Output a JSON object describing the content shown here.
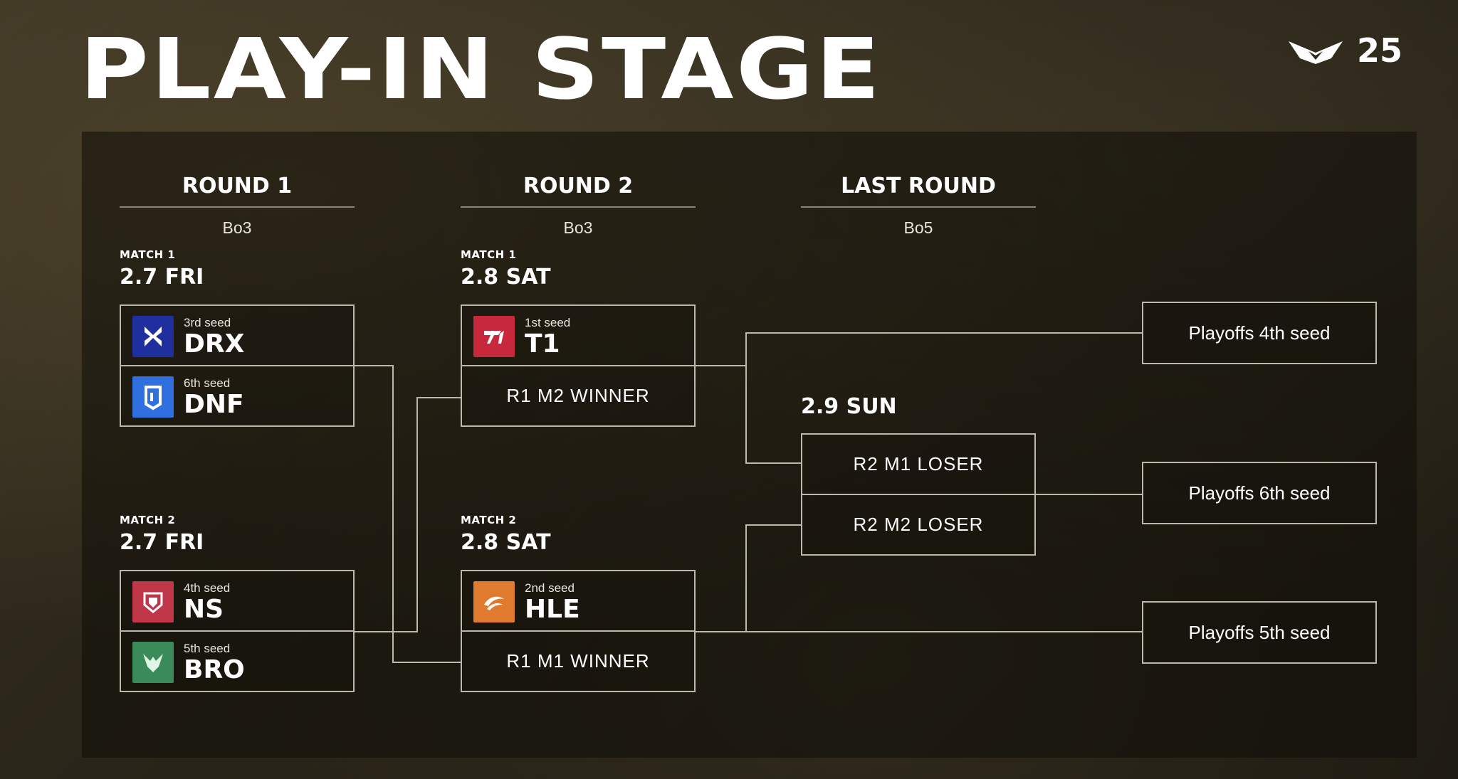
{
  "title": "PLAY-IN STAGE",
  "logo_number": "25",
  "rounds": [
    {
      "name": "ROUND 1",
      "format": "Bo3"
    },
    {
      "name": "ROUND 2",
      "format": "Bo3"
    },
    {
      "name": "LAST ROUND",
      "format": "Bo5"
    }
  ],
  "round1": {
    "match1": {
      "label": "MATCH 1",
      "date": "2.7 FRI",
      "team_top": {
        "seed": "3rd seed",
        "name": "DRX",
        "color": "#1f2f9e",
        "icon": "drx-logo-icon"
      },
      "team_bottom": {
        "seed": "6th seed",
        "name": "DNF",
        "color": "#2f6fe0",
        "icon": "dnf-logo-icon"
      }
    },
    "match2": {
      "label": "MATCH 2",
      "date": "2.7 FRI",
      "team_top": {
        "seed": "4th seed",
        "name": "NS",
        "color": "#c0374a",
        "icon": "ns-logo-icon"
      },
      "team_bottom": {
        "seed": "5th seed",
        "name": "BRO",
        "color": "#3a8a5a",
        "icon": "bro-logo-icon"
      }
    }
  },
  "round2": {
    "match1": {
      "label": "MATCH 1",
      "date": "2.8 SAT",
      "team_top": {
        "seed": "1st seed",
        "name": "T1",
        "color": "#c8283c",
        "icon": "t1-logo-icon"
      },
      "placeholder": "R1 M2 WINNER"
    },
    "match2": {
      "label": "MATCH 2",
      "date": "2.8 SAT",
      "team_top": {
        "seed": "2nd seed",
        "name": "HLE",
        "color": "#e07a2e",
        "icon": "hle-logo-icon"
      },
      "placeholder": "R1 M1 WINNER"
    }
  },
  "last_round": {
    "date": "2.9 SUN",
    "slot_top": "R2 M1 LOSER",
    "slot_bottom": "R2 M2 LOSER"
  },
  "results": {
    "seed4": "Playoffs 4th seed",
    "seed6": "Playoffs 6th seed",
    "seed5": "Playoffs 5th seed"
  }
}
